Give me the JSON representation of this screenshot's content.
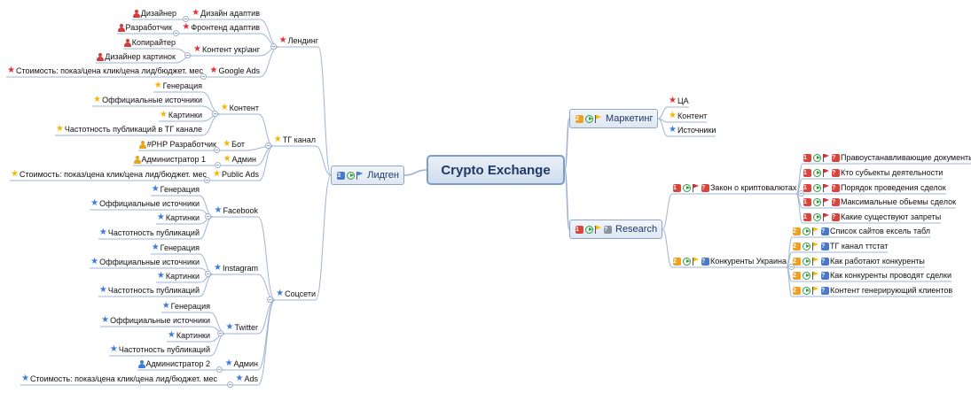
{
  "diagram": {
    "central": {
      "label": "Crypto Exchange"
    },
    "colors": {
      "line": "#9db4d4",
      "star_red": "#e0303c",
      "star_yellow": "#f2b705",
      "star_blue": "#3b7ddd",
      "person_red": "#d33b3b",
      "person_yellow": "#e8a317",
      "person_blue": "#3b7ddd",
      "flag_yellow": "#f0c000",
      "flag_red": "#e0303c",
      "flag_blue": "#3b7ddd",
      "priority_red": "#d9443c",
      "priority_orange": "#f0a020",
      "priority_blue": "#4a78c9",
      "priority_gray": "#8a93a6"
    },
    "nodes": [
      {
        "id": "lidgen",
        "parent": "central",
        "label": "Лидген",
        "type": "main",
        "icons": [
          [
            "pri",
            "3",
            "blue"
          ],
          [
            "play"
          ],
          [
            "flag",
            "blue"
          ]
        ]
      },
      {
        "id": "landing",
        "parent": "lidgen",
        "label": "Лендинг",
        "icons": [
          [
            "star",
            "red"
          ]
        ]
      },
      {
        "id": "design",
        "parent": "landing",
        "label": "Дизайн адаптив",
        "icons": [
          [
            "star",
            "red"
          ]
        ]
      },
      {
        "id": "designer",
        "parent": "design",
        "label": "Дизайнер",
        "icons": [
          [
            "person",
            "red"
          ]
        ]
      },
      {
        "id": "frontend",
        "parent": "landing",
        "label": "Фронтенд адаптив",
        "icons": [
          [
            "star",
            "red"
          ]
        ]
      },
      {
        "id": "developer",
        "parent": "frontend",
        "label": "Разработчик",
        "icons": [
          [
            "person",
            "red"
          ]
        ]
      },
      {
        "id": "content_ua",
        "parent": "landing",
        "label": "Контент укр\\анг",
        "icons": [
          [
            "star",
            "red"
          ]
        ]
      },
      {
        "id": "copywriter",
        "parent": "content_ua",
        "label": "Копирайтер",
        "icons": [
          [
            "person",
            "red"
          ]
        ]
      },
      {
        "id": "pic_designer",
        "parent": "content_ua",
        "label": "Дизайнер картинок",
        "icons": [
          [
            "person",
            "red"
          ]
        ]
      },
      {
        "id": "google_ads",
        "parent": "landing",
        "label": "Google Ads",
        "icons": [
          [
            "star",
            "red"
          ]
        ]
      },
      {
        "id": "ga_cost",
        "parent": "google_ads",
        "label": "Стоимость: показ/цена клик/цена лид/бюджет. мес",
        "icons": [
          [
            "star",
            "red"
          ]
        ]
      },
      {
        "id": "tg",
        "parent": "lidgen",
        "label": "ТГ канал",
        "icons": [
          [
            "star",
            "yellow"
          ]
        ]
      },
      {
        "id": "tg_content",
        "parent": "tg",
        "label": "Контент",
        "icons": [
          [
            "star",
            "yellow"
          ]
        ]
      },
      {
        "id": "tg_gen",
        "parent": "tg_content",
        "label": "Генерация",
        "icons": [
          [
            "star",
            "yellow"
          ]
        ]
      },
      {
        "id": "tg_off",
        "parent": "tg_content",
        "label": "Оффициальные источники",
        "icons": [
          [
            "star",
            "yellow"
          ]
        ]
      },
      {
        "id": "tg_pics",
        "parent": "tg_content",
        "label": "Картинки",
        "icons": [
          [
            "star",
            "yellow"
          ]
        ]
      },
      {
        "id": "tg_freq",
        "parent": "tg_content",
        "label": "Частотность публикаций в ТГ канале",
        "icons": [
          [
            "star",
            "yellow"
          ]
        ]
      },
      {
        "id": "bot",
        "parent": "tg",
        "label": "Бот",
        "icons": [
          [
            "star",
            "yellow"
          ]
        ]
      },
      {
        "id": "php_dev",
        "parent": "bot",
        "label": "#PHP Разработчик",
        "icons": [
          [
            "person",
            "yellow"
          ]
        ]
      },
      {
        "id": "tg_admin",
        "parent": "tg",
        "label": "Админ",
        "icons": [
          [
            "star",
            "yellow"
          ]
        ]
      },
      {
        "id": "admin1",
        "parent": "tg_admin",
        "label": "Администратор 1",
        "icons": [
          [
            "person",
            "yellow"
          ]
        ]
      },
      {
        "id": "public_ads",
        "parent": "tg",
        "label": "Public Ads",
        "icons": [
          [
            "star",
            "yellow"
          ]
        ]
      },
      {
        "id": "pa_cost",
        "parent": "public_ads",
        "label": "Стоимость: показ/цена клик/цена лид/бюджет. мес",
        "icons": [
          [
            "star",
            "yellow"
          ]
        ]
      },
      {
        "id": "social",
        "parent": "lidgen",
        "label": "Соцсети",
        "icons": [
          [
            "star",
            "blue"
          ]
        ]
      },
      {
        "id": "fb",
        "parent": "social",
        "label": "Facebook",
        "icons": [
          [
            "star",
            "blue"
          ]
        ]
      },
      {
        "id": "fb_gen",
        "parent": "fb",
        "label": "Генерация",
        "icons": [
          [
            "star",
            "blue"
          ]
        ]
      },
      {
        "id": "fb_off",
        "parent": "fb",
        "label": "Оффициальные источники",
        "icons": [
          [
            "star",
            "blue"
          ]
        ]
      },
      {
        "id": "fb_pics",
        "parent": "fb",
        "label": "Картинки",
        "icons": [
          [
            "star",
            "blue"
          ]
        ]
      },
      {
        "id": "fb_freq",
        "parent": "fb",
        "label": "Частотность публикаций",
        "icons": [
          [
            "star",
            "blue"
          ]
        ]
      },
      {
        "id": "ig",
        "parent": "social",
        "label": "Instagram",
        "icons": [
          [
            "star",
            "blue"
          ]
        ]
      },
      {
        "id": "ig_gen",
        "parent": "ig",
        "label": "Генерация",
        "icons": [
          [
            "star",
            "blue"
          ]
        ]
      },
      {
        "id": "ig_off",
        "parent": "ig",
        "label": "Оффициальные источники",
        "icons": [
          [
            "star",
            "blue"
          ]
        ]
      },
      {
        "id": "ig_pics",
        "parent": "ig",
        "label": "Картинки",
        "icons": [
          [
            "star",
            "blue"
          ]
        ]
      },
      {
        "id": "ig_freq",
        "parent": "ig",
        "label": "Частотность публикаций",
        "icons": [
          [
            "star",
            "blue"
          ]
        ]
      },
      {
        "id": "tw",
        "parent": "social",
        "label": "Twitter",
        "icons": [
          [
            "star",
            "blue"
          ]
        ]
      },
      {
        "id": "tw_gen",
        "parent": "tw",
        "label": "Генерация",
        "icons": [
          [
            "star",
            "blue"
          ]
        ]
      },
      {
        "id": "tw_off",
        "parent": "tw",
        "label": "Оффициальные источники",
        "icons": [
          [
            "star",
            "blue"
          ]
        ]
      },
      {
        "id": "tw_pics",
        "parent": "tw",
        "label": "Картинки",
        "icons": [
          [
            "star",
            "blue"
          ]
        ]
      },
      {
        "id": "tw_freq",
        "parent": "tw",
        "label": "Частотность публикаций",
        "icons": [
          [
            "star",
            "blue"
          ]
        ]
      },
      {
        "id": "soc_admin",
        "parent": "social",
        "label": "Админ",
        "icons": [
          [
            "star",
            "blue"
          ]
        ]
      },
      {
        "id": "admin2",
        "parent": "soc_admin",
        "label": "Администратор 2",
        "icons": [
          [
            "person",
            "blue"
          ]
        ]
      },
      {
        "id": "soc_ads",
        "parent": "social",
        "label": "Ads",
        "icons": [
          [
            "star",
            "blue"
          ]
        ]
      },
      {
        "id": "ads_cost",
        "parent": "soc_ads",
        "label": "Стоимость: показ/цена клик/цена лид/бюджет. мес",
        "icons": [
          [
            "star",
            "blue"
          ]
        ]
      },
      {
        "id": "marketing",
        "parent": "central",
        "label": "Маркетинг",
        "type": "main",
        "icons": [
          [
            "pri",
            "2",
            "orange"
          ],
          [
            "play"
          ],
          [
            "flag",
            "yellow"
          ]
        ]
      },
      {
        "id": "ca",
        "parent": "marketing",
        "label": "ЦА",
        "icons": [
          [
            "star",
            "red"
          ]
        ]
      },
      {
        "id": "mk_content",
        "parent": "marketing",
        "label": "Контент",
        "icons": [
          [
            "star",
            "yellow"
          ]
        ]
      },
      {
        "id": "sources",
        "parent": "marketing",
        "label": "Источники",
        "icons": [
          [
            "star",
            "blue"
          ]
        ]
      },
      {
        "id": "research",
        "parent": "central",
        "label": "Research",
        "type": "main",
        "icons": [
          [
            "pri",
            "1",
            "red"
          ],
          [
            "play"
          ],
          [
            "flag",
            "yellow"
          ],
          [
            "pri",
            "?",
            "gray"
          ]
        ]
      },
      {
        "id": "law",
        "parent": "research",
        "label": "Закон о криптовалютах",
        "icons": [
          [
            "pri",
            "1",
            "red"
          ],
          [
            "play"
          ],
          [
            "flag",
            "red"
          ],
          [
            "pri",
            "?",
            "red"
          ]
        ]
      },
      {
        "id": "law1",
        "parent": "law",
        "label": "Правоустанавливающие документы",
        "icons": [
          [
            "pri",
            "1",
            "red"
          ],
          [
            "play"
          ],
          [
            "flag",
            "red"
          ],
          [
            "pri",
            "?",
            "red"
          ]
        ]
      },
      {
        "id": "law2",
        "parent": "law",
        "label": "Кто субьекты деятельности",
        "icons": [
          [
            "pri",
            "1",
            "red"
          ],
          [
            "play"
          ],
          [
            "flag",
            "red"
          ],
          [
            "pri",
            "?",
            "red"
          ]
        ]
      },
      {
        "id": "law3",
        "parent": "law",
        "label": "Порядок проведения сделок",
        "icons": [
          [
            "pri",
            "1",
            "red"
          ],
          [
            "play"
          ],
          [
            "flag",
            "red"
          ],
          [
            "pri",
            "?",
            "red"
          ]
        ]
      },
      {
        "id": "law4",
        "parent": "law",
        "label": "Максимальные обьемы сделок",
        "icons": [
          [
            "pri",
            "1",
            "red"
          ],
          [
            "play"
          ],
          [
            "flag",
            "red"
          ],
          [
            "pri",
            "?",
            "red"
          ]
        ]
      },
      {
        "id": "law5",
        "parent": "law",
        "label": "Какие существуют запреты",
        "icons": [
          [
            "pri",
            "1",
            "red"
          ],
          [
            "play"
          ],
          [
            "flag",
            "red"
          ],
          [
            "pri",
            "?",
            "red"
          ]
        ]
      },
      {
        "id": "comp",
        "parent": "research",
        "label": "Конкуренты Украина",
        "icons": [
          [
            "pri",
            "2",
            "orange"
          ],
          [
            "play"
          ],
          [
            "flag",
            "yellow"
          ],
          [
            "pri",
            "?",
            "blue"
          ]
        ]
      },
      {
        "id": "comp1",
        "parent": "comp",
        "label": "Список сайтов ексель табл",
        "icons": [
          [
            "pri",
            "2",
            "orange"
          ],
          [
            "play"
          ],
          [
            "flag",
            "yellow"
          ],
          [
            "pri",
            "?",
            "blue"
          ]
        ]
      },
      {
        "id": "comp2",
        "parent": "comp",
        "label": "ТГ канал ттстат",
        "icons": [
          [
            "pri",
            "2",
            "orange"
          ],
          [
            "play"
          ],
          [
            "flag",
            "yellow"
          ],
          [
            "pri",
            "?",
            "blue"
          ]
        ]
      },
      {
        "id": "comp3",
        "parent": "comp",
        "label": "Как работают конкуренты",
        "icons": [
          [
            "pri",
            "2",
            "orange"
          ],
          [
            "play"
          ],
          [
            "flag",
            "yellow"
          ],
          [
            "pri",
            "?",
            "blue"
          ]
        ]
      },
      {
        "id": "comp4",
        "parent": "comp",
        "label": "Как конкуренты проводят сделки",
        "icons": [
          [
            "pri",
            "2",
            "orange"
          ],
          [
            "play"
          ],
          [
            "flag",
            "yellow"
          ],
          [
            "pri",
            "?",
            "blue"
          ]
        ]
      },
      {
        "id": "comp5",
        "parent": "comp",
        "label": "Контент генерирующий клиентов",
        "icons": [
          [
            "pri",
            "2",
            "orange"
          ],
          [
            "play"
          ],
          [
            "flag",
            "yellow"
          ],
          [
            "pri",
            "?",
            "blue"
          ]
        ]
      }
    ]
  }
}
